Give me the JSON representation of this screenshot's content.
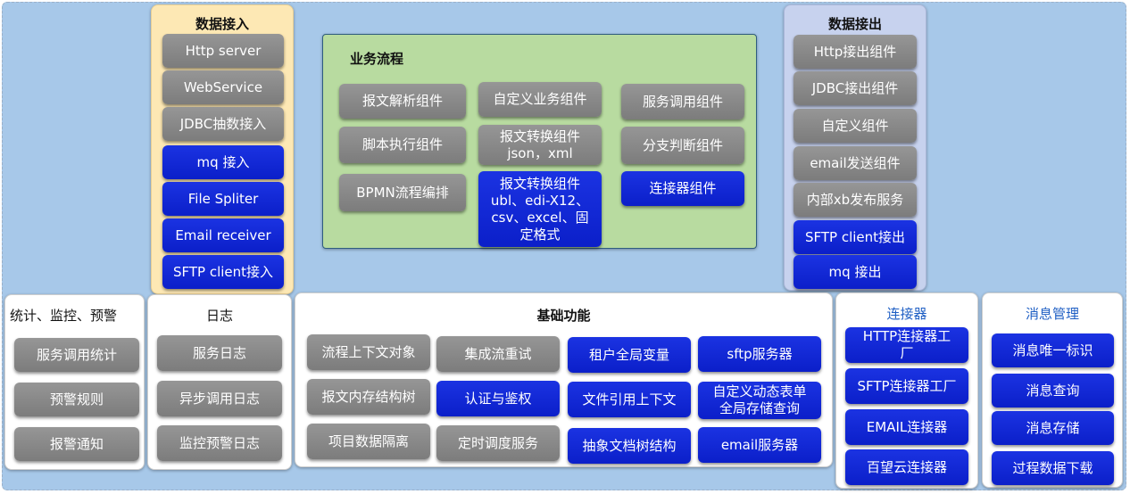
{
  "data_in": {
    "title": "数据接入",
    "items": [
      "Http server",
      "WebService",
      "JDBC抽数接入",
      "mq 接入",
      "File Spliter",
      "Email receiver",
      "SFTP client接入"
    ]
  },
  "business": {
    "title": "业务流程",
    "col1": [
      "报文解析组件",
      "脚本执行组件",
      "BPMN流程编排"
    ],
    "col2": [
      "自定义业务组件",
      "报文转换组件 json，xml",
      "报文转换组件 ubl、edi-X12、csv、excel、固定格式"
    ],
    "col3": [
      "服务调用组件",
      "分支判断组件",
      "连接器组件"
    ]
  },
  "data_out": {
    "title": "数据接出",
    "items": [
      "Http接出组件",
      "JDBC接出组件",
      "自定义组件",
      "email发送组件",
      "内部xb发布服务",
      "SFTP client接出",
      "mq 接出"
    ]
  },
  "stats": {
    "title": "统计、监控、预警",
    "items": [
      "服务调用统计",
      "预警规则",
      "报警通知"
    ]
  },
  "logs": {
    "title": "日志",
    "items": [
      "服务日志",
      "异步调用日志",
      "监控预警日志"
    ]
  },
  "base": {
    "title": "基础功能",
    "col1": [
      "流程上下文对象",
      "报文内存结构树",
      "项目数据隔离"
    ],
    "col2": [
      "集成流重试",
      "认证与鉴权",
      "定时调度服务"
    ],
    "col3": [
      "租户全局变量",
      "文件引用上下文",
      "抽象文档树结构"
    ],
    "col4": [
      "sftp服务器",
      "自定义动态表单全局存储查询",
      "email服务器"
    ]
  },
  "connectors": {
    "title": "连接器",
    "items": [
      "HTTP连接器工厂",
      "SFTP连接器工厂",
      "EMAIL连接器",
      "百望云连接器"
    ]
  },
  "messages": {
    "title": "消息管理",
    "items": [
      "消息唯一标识",
      "消息查询",
      "消息存储",
      "过程数据下载"
    ]
  },
  "colors": {
    "background": "#a7c8e9",
    "gray_box": "#8a8a8a",
    "blue_box": "#1226d6",
    "data_in_panel": "#fde8b4",
    "data_out_panel": "#c7d2ee",
    "business_panel": "#b8dba0",
    "section_title_blue": "#1f5fc4"
  }
}
